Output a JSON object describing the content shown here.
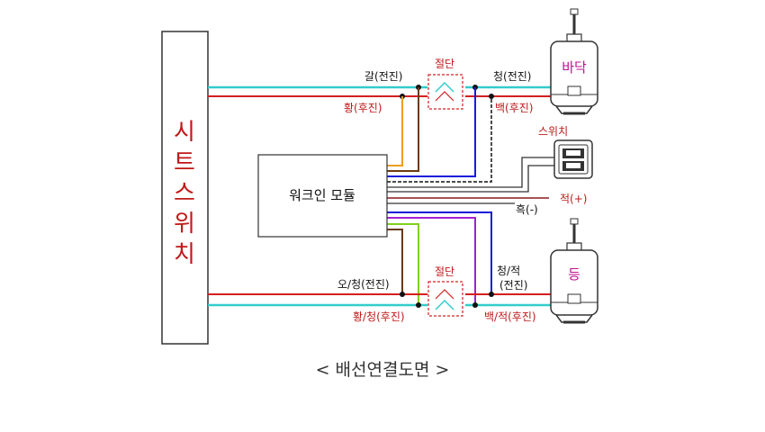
{
  "seat_switch": {
    "chars": [
      "시",
      "트",
      "스",
      "위",
      "치"
    ]
  },
  "module": {
    "label": "워크인 모듈"
  },
  "top_section": {
    "left_brown": "갈(전진)",
    "left_yellow": "황(후진)",
    "cut": "절단",
    "right_blue": "청(전진)",
    "right_white": "백(후진)",
    "motor": "바닥"
  },
  "bottom_section": {
    "left_orange": "오/청(전진)",
    "left_yellow": "황/청(후진)",
    "cut": "절단",
    "right_blue_1": "청/적",
    "right_blue_2": "(전진)",
    "right_white": "백/적(후진)",
    "motor": "등"
  },
  "power": {
    "red": "적(+)",
    "black": "흑(-)"
  },
  "switch": {
    "label": "스위치"
  },
  "caption": "< 배선연결도면 >",
  "colors": {
    "cyan_wire": "#33cccc",
    "red_wire": "#d42020",
    "brown_wire": "#6b3a10",
    "orange_wire": "#e8a020",
    "blue_wire": "#1a1adc",
    "purple_wire": "#a020d0",
    "green_wire": "#80d020",
    "label_red": "#c01818",
    "motor_label": "#c0108f"
  }
}
